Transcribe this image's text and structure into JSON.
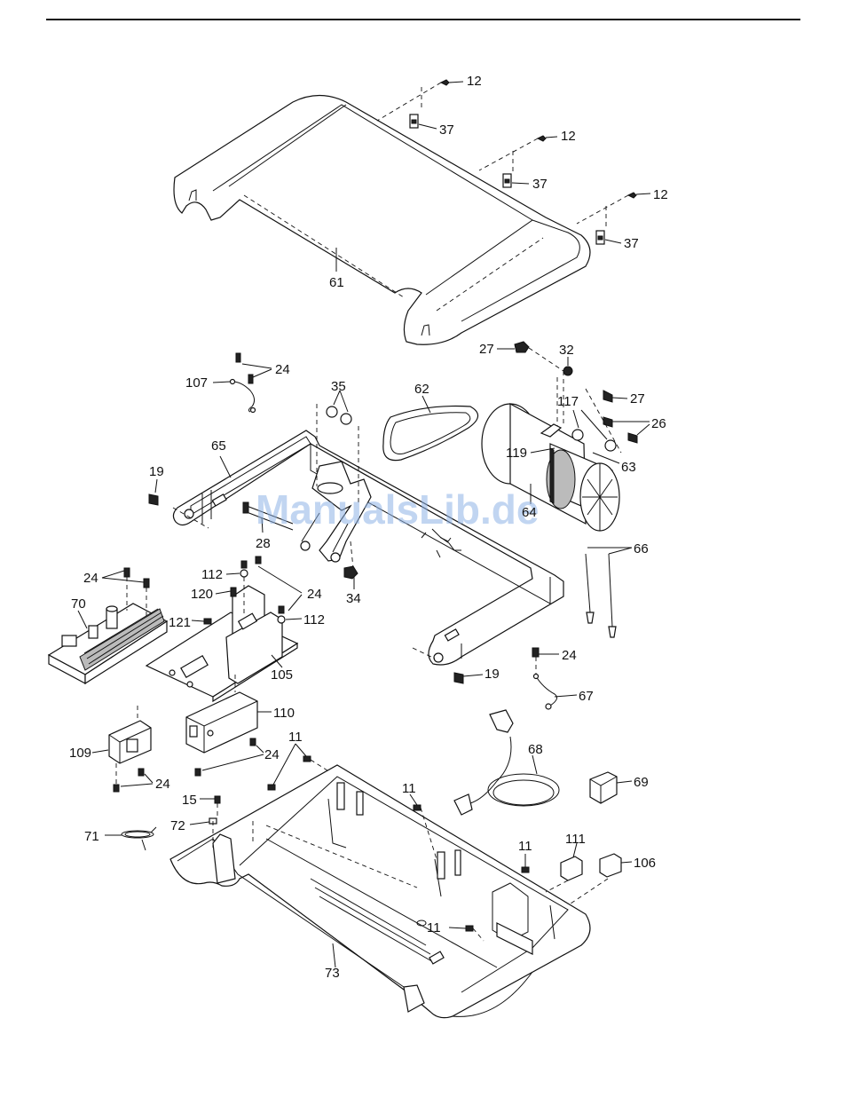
{
  "watermark": "ManualsLib.de",
  "parts": {
    "p12a": "12",
    "p12b": "12",
    "p12c": "12",
    "p37a": "37",
    "p37b": "37",
    "p37c": "37",
    "p61": "61",
    "p27a": "27",
    "p27b": "27",
    "p32": "32",
    "p107": "107",
    "p24a": "24",
    "p35": "35",
    "p62": "62",
    "p117": "117",
    "p26": "26",
    "p119": "119",
    "p63": "63",
    "p65": "65",
    "p19a": "19",
    "p64": "64",
    "p28": "28",
    "p66": "66",
    "p24b": "24",
    "p112a": "112",
    "p24c": "24",
    "p120": "120",
    "p70": "70",
    "p34": "34",
    "p121": "121",
    "p112b": "112",
    "p105": "105",
    "p24d": "24",
    "p19b": "19",
    "p67": "67",
    "p110": "110",
    "p11a": "11",
    "p68": "68",
    "p109": "109",
    "p24e": "24",
    "p24f": "24",
    "p69": "69",
    "p11b": "11",
    "p15": "15",
    "p72": "72",
    "p71": "71",
    "p11c": "11",
    "p111": "111",
    "p106": "106",
    "p11d": "11",
    "p73": "73"
  }
}
